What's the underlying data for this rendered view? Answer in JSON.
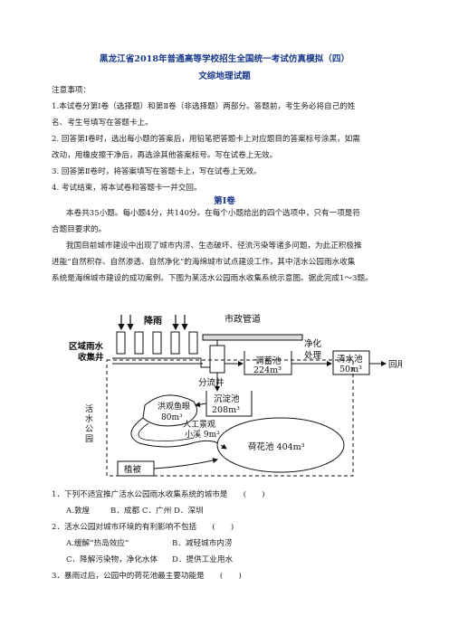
{
  "header": {
    "title": "黑龙江省2018年普通高等学校招生全国统一考试仿真模拟（四）",
    "subtitle": "文综地理试题"
  },
  "notice": {
    "heading": "注意事项：",
    "items": [
      "1.本试卷分第Ⅰ卷（选择题）和第Ⅱ卷（非选择题）两部分。答题前，考生务必将自己的姓",
      "名、考生号填写在答题卡上。",
      "2. 回答第Ⅰ卷时，选出每小题的答案后，用铅笔把答题卡上对应题目的答案标号涂黑，如需",
      "改动，用橡皮擦干净后，再选涂其他答案标号。写在试卷上无效。",
      "3. 回答第Ⅱ卷时，将答案填写在答题卡上，写在试卷上无效。",
      "4. 考试结束，将本试卷和答题卡一并交回。"
    ]
  },
  "section": {
    "title": "第Ⅰ卷",
    "intro": [
      "本卷共35小题。每小题4分，共140分。在每个小题给出的四个选项中，只有一项是符",
      "合题目要求的。",
      "我国目前城市建设中出现了城市内涝、生态破坏、径流污染等诸多问题，为此正积极推",
      "进能“自然积存、自然渗透、自然净化”的海绵城市试点建设工作，其中活水公园雨水收集",
      "系统是海绵城市建设的成功案例。下图为某活水公园雨水收集系统示意图。据此完成1～3题。"
    ]
  },
  "diagram": {
    "rain": "降雨",
    "municipal_pipe": "市政管道",
    "collection_wells_1": "区域雨水",
    "collection_wells_2": "收集井",
    "diversion_well": "分流井",
    "storage_tank_1": "调蓄池",
    "storage_tank_2": "224m³",
    "purification_1": "净化",
    "purification_2": "处理",
    "clear_pool_1": "清水池",
    "clear_pool_2": "50m³",
    "reuse": "回用",
    "sediment_1": "沉淀池",
    "sediment_2": "208m³",
    "fisheye_1": "洪观鱼眼",
    "fisheye_2": "80m³",
    "stream_1": "人工景观",
    "stream_2": "小溪 9m³",
    "lotus": "荷花池 404m³",
    "park": [
      "活",
      "水",
      "公",
      "园"
    ],
    "vegetation": "植被"
  },
  "questions": [
    {
      "stem": "1．下列不适宜推广活水公园雨水收集系统的城市是　　(　　)",
      "options": [
        "A.敦煌",
        "B．成都",
        "C．广州",
        "D．深圳"
      ]
    },
    {
      "stem": "2．活水公园对城市环境的有利影响不包括　　(　　)",
      "options": [
        "A.缓解“热岛效应”",
        "B．减轻城市内涝",
        "C．降解污染物，净化水体",
        "D．提供工业用水"
      ]
    },
    {
      "stem": "3．暴雨过后，公园中的荷花池最主要功能是　　(　　)",
      "options": []
    }
  ]
}
